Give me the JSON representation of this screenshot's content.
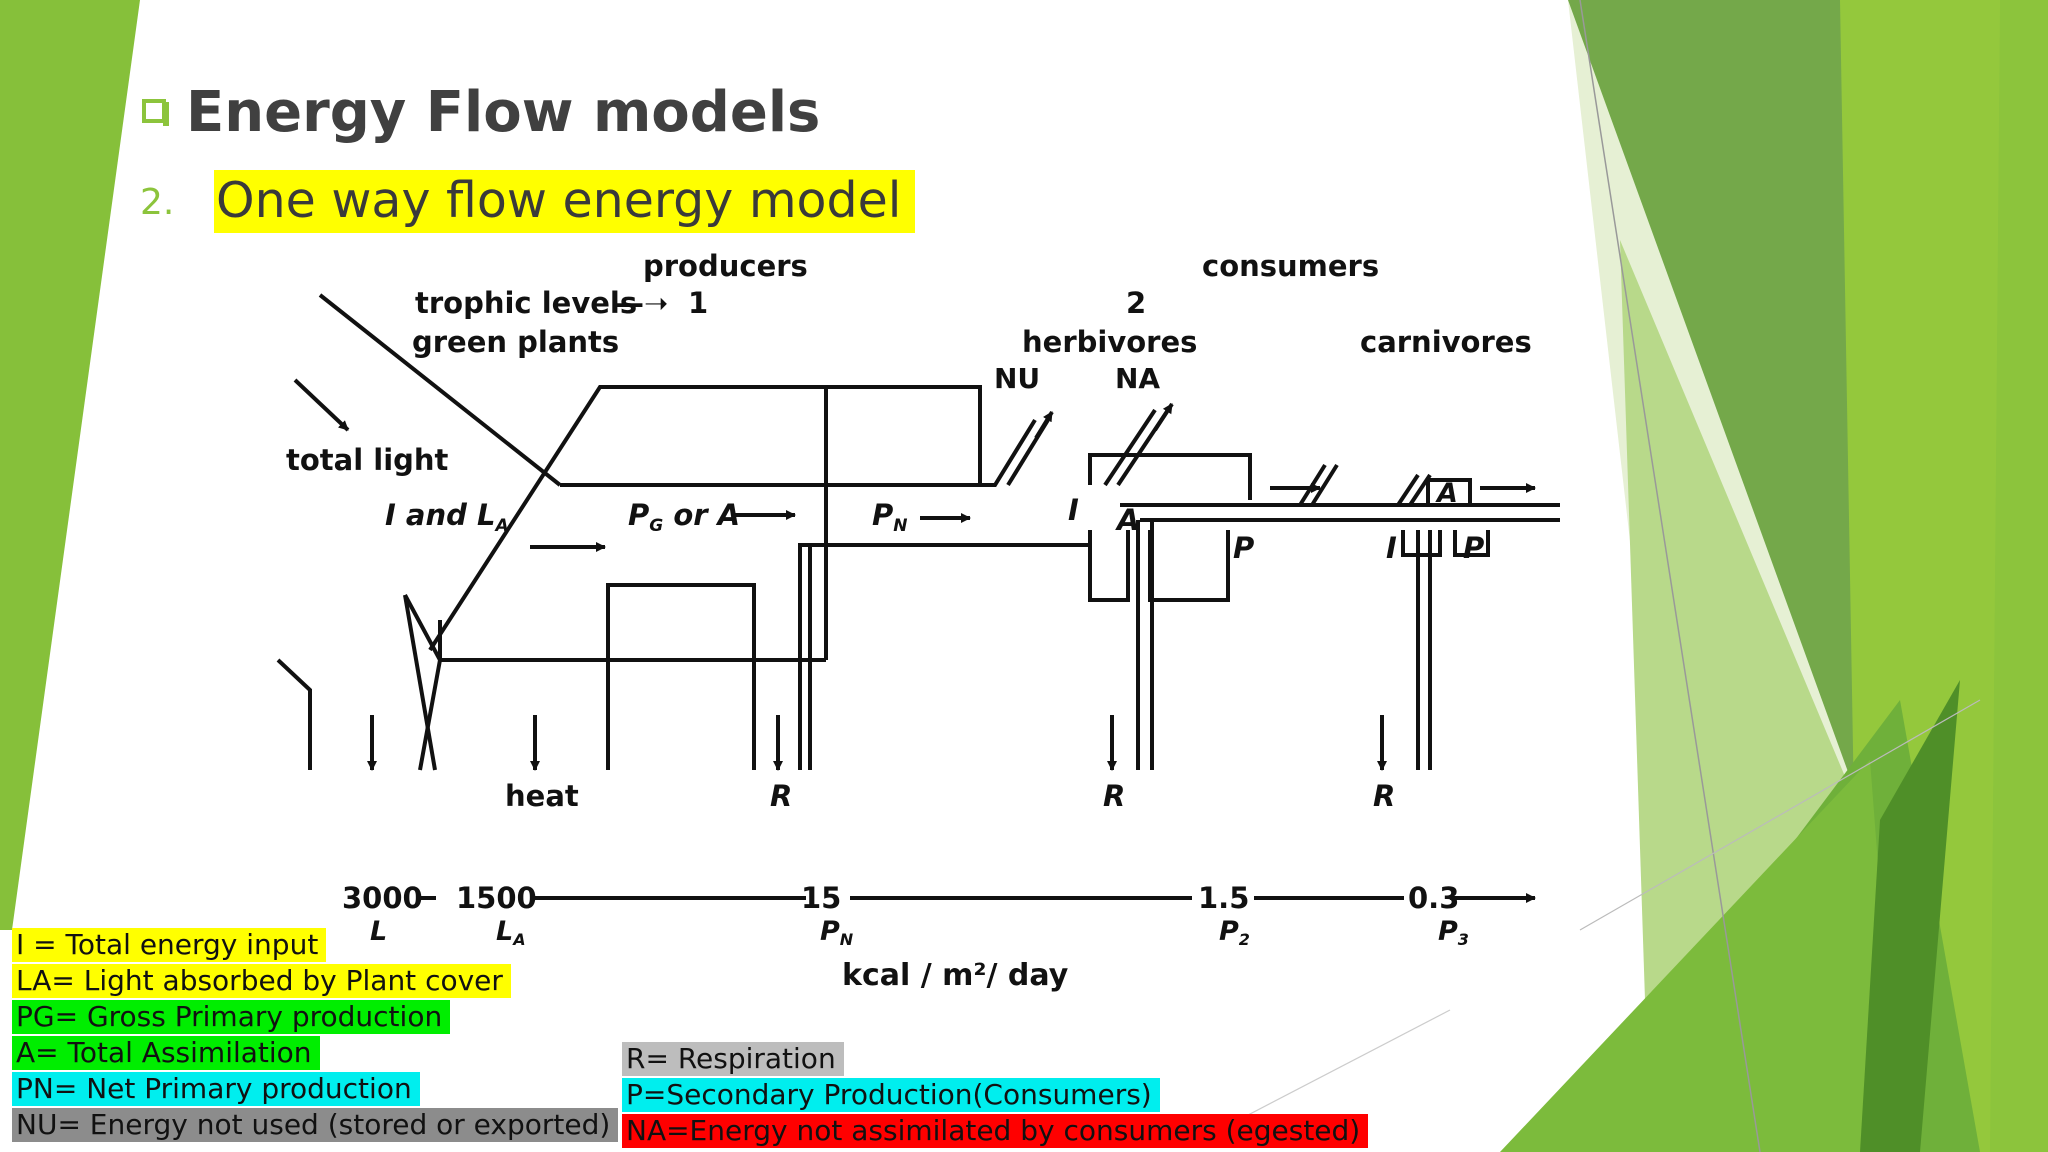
{
  "slide": {
    "title": "Energy Flow models",
    "subtitle_number": "2.",
    "subtitle": "One way flow energy model"
  },
  "diagram": {
    "header_producers": "producers",
    "header_consumers": "consumers",
    "trophic_levels": "trophic levels",
    "level_1": "1",
    "level_2": "2",
    "green_plants": "green plants",
    "herbivores": "herbivores",
    "carnivores": "carnivores",
    "total_light": "total light",
    "i_and_la": "I and L",
    "la_sub": "A",
    "pg_or_a": "P",
    "pg_sub": "G",
    "pg_tail": " or A",
    "pn": "P",
    "pn_sub": "N",
    "nu": "NU",
    "na": "NA",
    "i": "I",
    "a": "A",
    "p": "P",
    "heat": "heat",
    "r": "R",
    "axis_values": [
      "3000",
      "1500",
      "15",
      "1.5",
      "0.3"
    ],
    "axis_labels": [
      "L",
      "L",
      "P",
      "P",
      "P"
    ],
    "axis_label_subs": [
      "",
      "A",
      "N",
      "2",
      "3"
    ],
    "axis_unit": "kcal / m²/ day"
  },
  "legend_left": [
    {
      "text": "I = Total energy input",
      "color": "#ffff00"
    },
    {
      "text": "LA= Light absorbed by Plant cover",
      "color": "#ffff00"
    },
    {
      "text": "PG= Gross Primary production",
      "color": "#00ee00"
    },
    {
      "text": "A= Total Assimilation",
      "color": "#00ee00"
    },
    {
      "text": "PN= Net Primary production",
      "color": "#00eeee"
    },
    {
      "text": "NU= Energy not used (stored or exported)",
      "color": "#8c8c8c"
    }
  ],
  "legend_right": [
    {
      "text": "R= Respiration",
      "color": "#bdbdbd"
    },
    {
      "text": "P=Secondary Production(Consumers)",
      "color": "#00eeee"
    },
    {
      "text": "NA=Energy not assimilated by consumers (egested)",
      "color": "#ff0000"
    }
  ],
  "colors": {
    "accent_green": "#8cc43c",
    "dark_green": "#5a9a2a",
    "highlight_yellow": "#ffff00"
  }
}
